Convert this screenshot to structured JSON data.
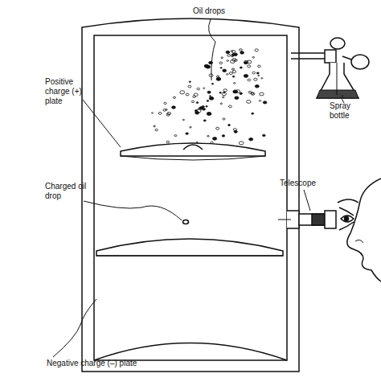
{
  "diagram": {
    "labels": [
      "Oil drops",
      "Positive charge (+) plate",
      "Spray bottle",
      "Telescope",
      "Charged oil drop",
      "Negative charge (–) plate"
    ]
  }
}
